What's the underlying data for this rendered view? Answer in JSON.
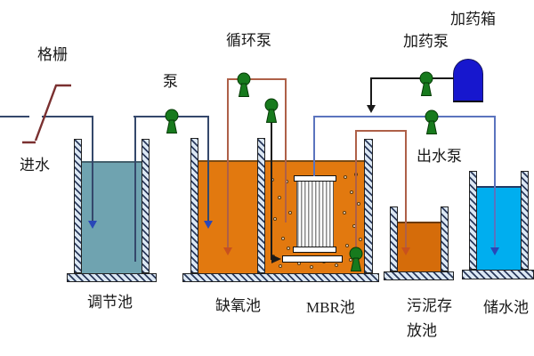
{
  "diagram": {
    "labels": {
      "bar_screen": "格栅",
      "influent": "进水",
      "feed_pump": "泵",
      "circulation_pump": "循环泵",
      "dosing_pump": "加药泵",
      "dosing_tank": "加药箱",
      "effluent_pump": "出水泵",
      "regulating_tank": "调节池",
      "anoxic_tank": "缺氧池",
      "mbr_tank": "MBR池",
      "sludge_tank_line1": "污泥存",
      "sludge_tank_line2": "放池",
      "storage_tank": "储水池"
    },
    "colors": {
      "regulating_fill": "#6fa3b0",
      "anoxic_fill": "#e2790f",
      "mbr_fill": "#e2790f",
      "sludge_fill": "#d56c0a",
      "storage_fill": "#00aeef",
      "dosing_tank_fill": "#1717ce",
      "pump_green": "#177a1d",
      "pipe_dark_blue": "#35486b",
      "pipe_light_blue": "#5b74be",
      "pipe_brown": "#ae6048",
      "pipe_black": "#1a1a1a",
      "arrow_blue": "#2947b8",
      "arrow_orange": "#c8511e",
      "screen_dark_red": "#7a3030"
    }
  }
}
